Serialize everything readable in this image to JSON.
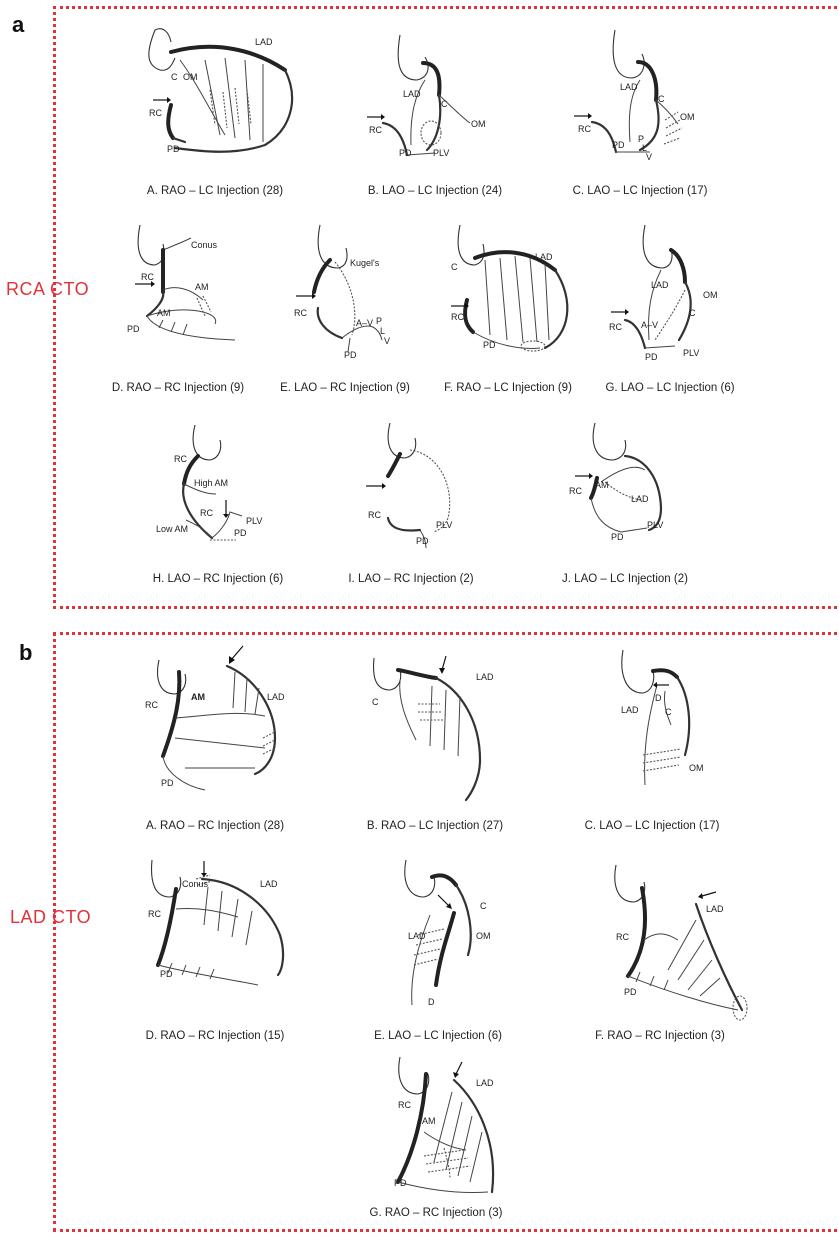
{
  "panels": {
    "a": {
      "letter": "a",
      "side_label": "RCA CTO"
    },
    "b": {
      "letter": "b",
      "side_label": "LAD CTO"
    }
  },
  "colors": {
    "frame": "#e0333a",
    "side_label": "#e0333a",
    "lines": "#222222"
  },
  "figures_a": [
    {
      "caption": "A. RAO – LC Injection (28)",
      "labels": [
        "LAD",
        "C",
        "OM",
        "RC",
        "PD"
      ]
    },
    {
      "caption": "B. LAO – LC Injection (24)",
      "labels": [
        "LAD",
        "C",
        "OM",
        "RC",
        "PD",
        "PLV"
      ]
    },
    {
      "caption": "C. LAO – LC Injection (17)",
      "labels": [
        "LAD",
        "C",
        "OM",
        "RC",
        "PD",
        "P",
        "L",
        "V"
      ]
    },
    {
      "caption": "D. RAO – RC Injection (9)",
      "labels": [
        "Conus",
        "RC",
        "AM",
        "AM",
        "PD"
      ]
    },
    {
      "caption": "E. LAO – RC Injection (9)",
      "labels": [
        "Kugel's",
        "RC",
        "A–V",
        "P",
        "L",
        "V",
        "PD"
      ]
    },
    {
      "caption": "F. RAO – LC Injection (9)",
      "labels": [
        "LAD",
        "C",
        "RC",
        "PD"
      ]
    },
    {
      "caption": "G. LAO – LC Injection (6)",
      "labels": [
        "LAD",
        "OM",
        "C",
        "A–V",
        "RC",
        "PD",
        "PLV"
      ]
    },
    {
      "caption": "H. LAO – RC Injection (6)",
      "labels": [
        "RC",
        "High AM",
        "RC",
        "Low AM",
        "PLV",
        "PD"
      ]
    },
    {
      "caption": "I. LAO – RC Injection (2)",
      "labels": [
        "RC",
        "PLV",
        "PD"
      ]
    },
    {
      "caption": "J. LAO – LC Injection (2)",
      "labels": [
        "AM",
        "RC",
        "LAD",
        "PLV",
        "PD"
      ]
    }
  ],
  "figures_b": [
    {
      "caption": "A. RAO – RC Injection (28)",
      "labels": [
        "RC",
        "AM",
        "LAD",
        "PD"
      ]
    },
    {
      "caption": "B. RAO – LC Injection (27)",
      "labels": [
        "C",
        "LAD"
      ]
    },
    {
      "caption": "C. LAO – LC Injection (17)",
      "labels": [
        "LAD",
        "D",
        "C",
        "OM"
      ]
    },
    {
      "caption": "D. RAO – RC Injection (15)",
      "labels": [
        "Conus",
        "LAD",
        "RC",
        "PD"
      ]
    },
    {
      "caption": "E. LAO – LC Injection (6)",
      "labels": [
        "C",
        "LAD",
        "OM",
        "D"
      ]
    },
    {
      "caption": "F. RAO – RC Injection (3)",
      "labels": [
        "LAD",
        "RC",
        "PD"
      ]
    },
    {
      "caption": "G. RAO – RC Injection (3)",
      "labels": [
        "LAD",
        "RC",
        "AM",
        "PD"
      ]
    }
  ]
}
